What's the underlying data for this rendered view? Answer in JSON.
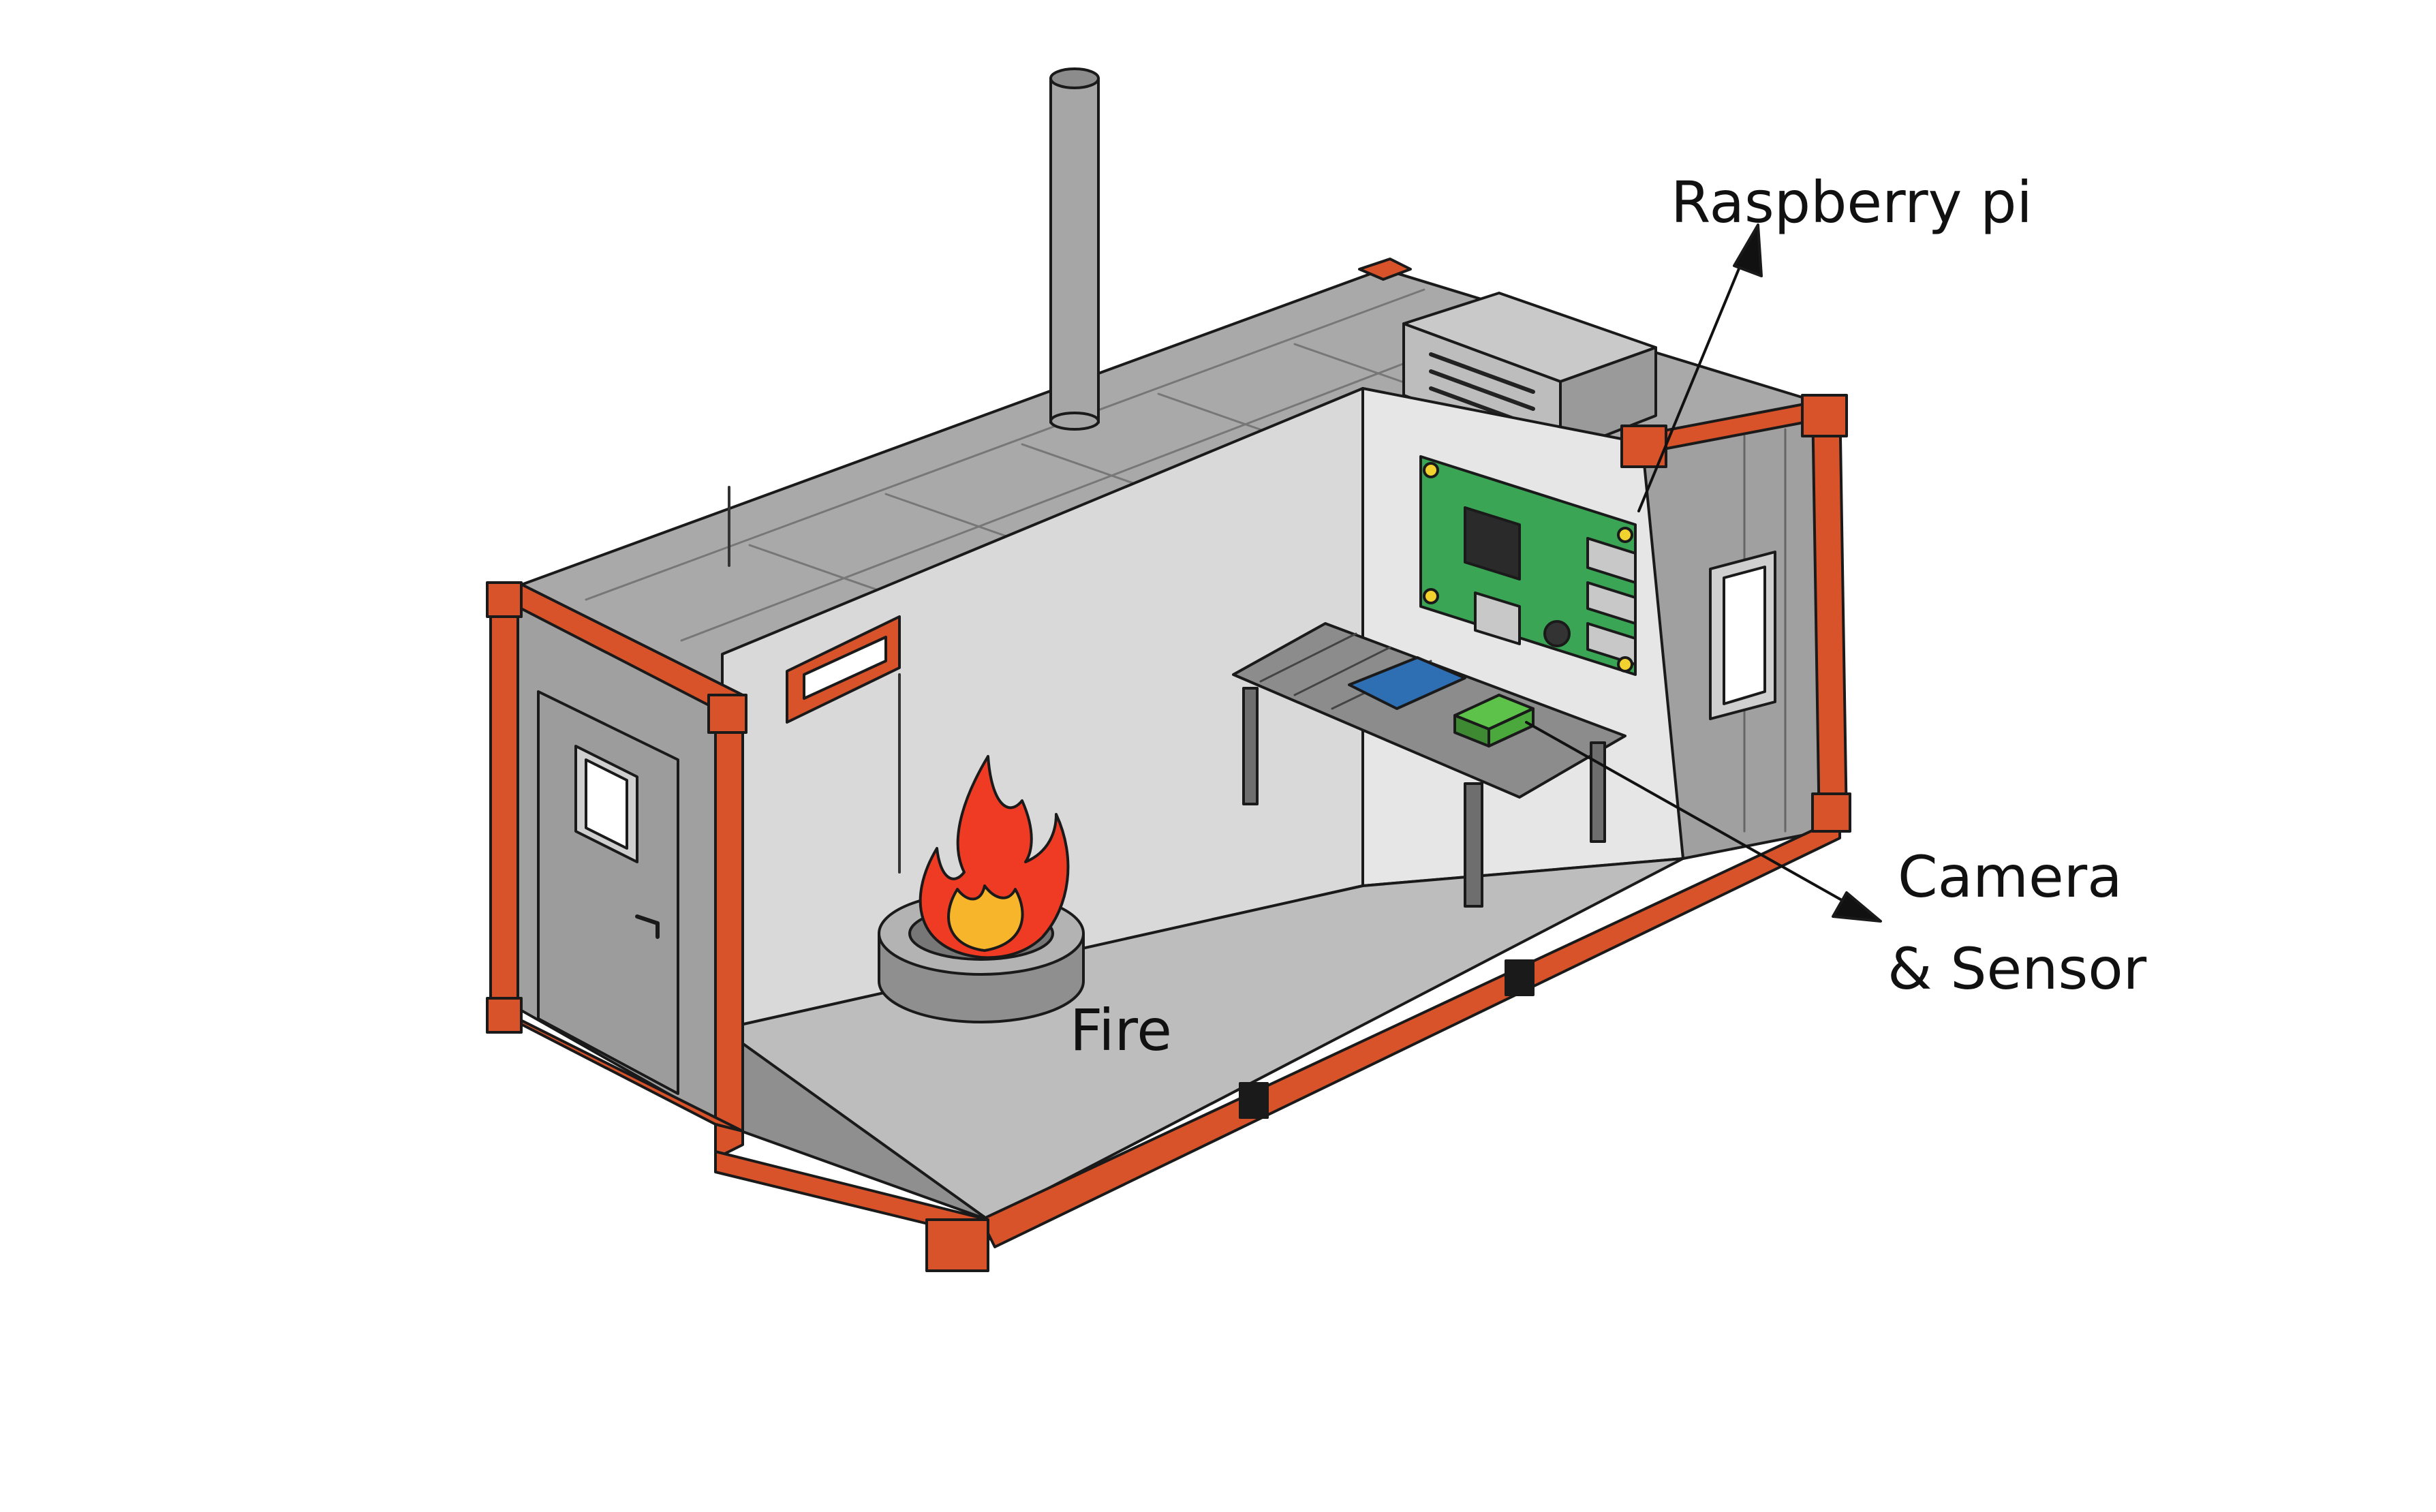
{
  "labels": {
    "raspberry_pi": "Raspberry pi",
    "camera_line1": "Camera",
    "camera_line2": "& Sensor",
    "fire": "Fire"
  },
  "colors": {
    "frame": "#d9532a",
    "wall": "#e1e1e1",
    "floor": "#bdbdbd",
    "roof": "#a9a9a9",
    "exterior": "#a0a0a0",
    "board": "#3aa655",
    "flame_outer": "#ef3b24",
    "flame_inner": "#f7b52b",
    "outline": "#1a1a1a"
  }
}
